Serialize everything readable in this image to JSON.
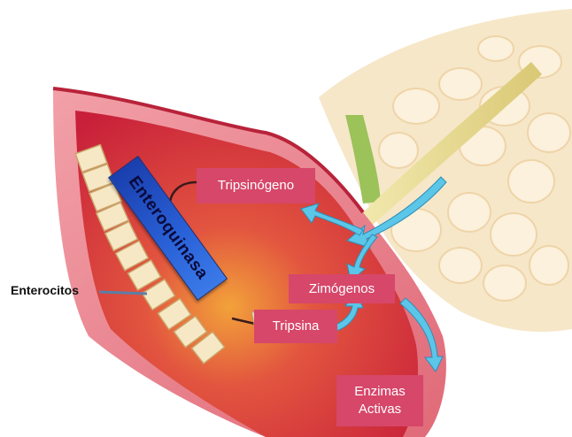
{
  "labels": {
    "tripsinogeno": "Tripsinógeno",
    "zimogenos": "Zimógenos",
    "tripsina": "Tripsina",
    "enzimas_line1": "Enzimas",
    "enzimas_line2": "Activas",
    "enteroquinasa": "Enteroquinasa",
    "enterocitos": "Enterocitos"
  },
  "colors": {
    "label_fill": "#d6476a",
    "enteroquinasa_fill": "#2a62d8",
    "arrow_fill": "#5cc6e8",
    "intestine_wall": "#d9364a"
  },
  "icons": {
    "arrows": "curved-arrow"
  }
}
